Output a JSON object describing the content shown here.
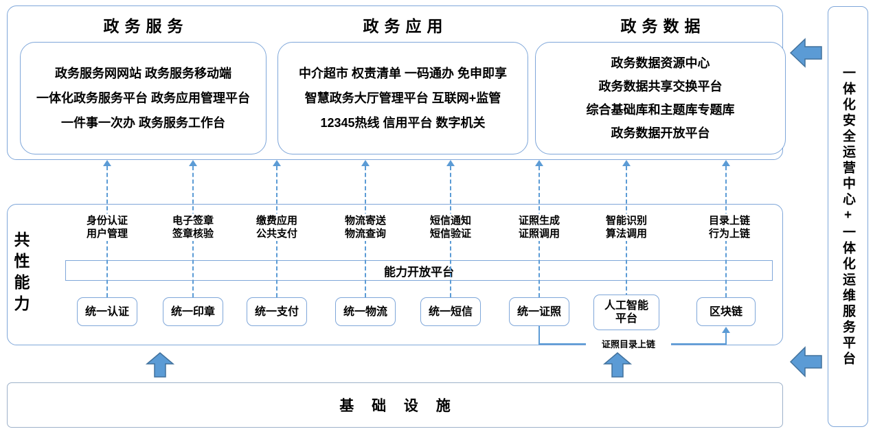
{
  "top_sections": [
    {
      "title": "政务服务",
      "items": [
        "政务服务网网站 政务服务移动端",
        "一体化政务服务平台 政务应用管理平台",
        "一件事一次办 政务服务工作台"
      ]
    },
    {
      "title": "政务应用",
      "items": [
        "中介超市 权责清单 一码通办 免申即享",
        "智慧政务大厅管理平台 互联网+监管",
        "12345热线 信用平台 数字机关"
      ]
    },
    {
      "title": "政务数据",
      "items": [
        "政务数据资源中心",
        "政务数据共享交换平台",
        "综合基础库和主题库专题库",
        "政务数据开放平台"
      ]
    }
  ],
  "capability_section": {
    "side_label": "共性能力",
    "open_platform_label": "能力开放平台",
    "columns": [
      {
        "cap1": "身份认证",
        "cap2": "用户管理",
        "box": "统一认证"
      },
      {
        "cap1": "电子签章",
        "cap2": "签章核验",
        "box": "统一印章"
      },
      {
        "cap1": "缴费应用",
        "cap2": "公共支付",
        "box": "统一支付"
      },
      {
        "cap1": "物流寄送",
        "cap2": "物流查询",
        "box": "统一物流"
      },
      {
        "cap1": "短信通知",
        "cap2": "短信验证",
        "box": "统一短信"
      },
      {
        "cap1": "证照生成",
        "cap2": "证照调用",
        "box": "统一证照"
      },
      {
        "cap1": "智能识别",
        "cap2": "算法调用",
        "box": "人工智能平台",
        "box_line1": "人工智能",
        "box_line2": "平台"
      },
      {
        "cap1": "目录上链",
        "cap2": "行为上链",
        "box": "区块链"
      }
    ],
    "connector_label": "证照目录上链"
  },
  "infrastructure_label": "基 础 设 施",
  "sidebar_label": "一体化安全运营中心+一体化运维服务平台",
  "colors": {
    "box_border": "#7ea6d9",
    "dash_arrow": "#5b9bd5",
    "block_arrow_fill": "#5b9bd5",
    "block_arrow_stroke": "#41719c",
    "text": "#000000"
  }
}
